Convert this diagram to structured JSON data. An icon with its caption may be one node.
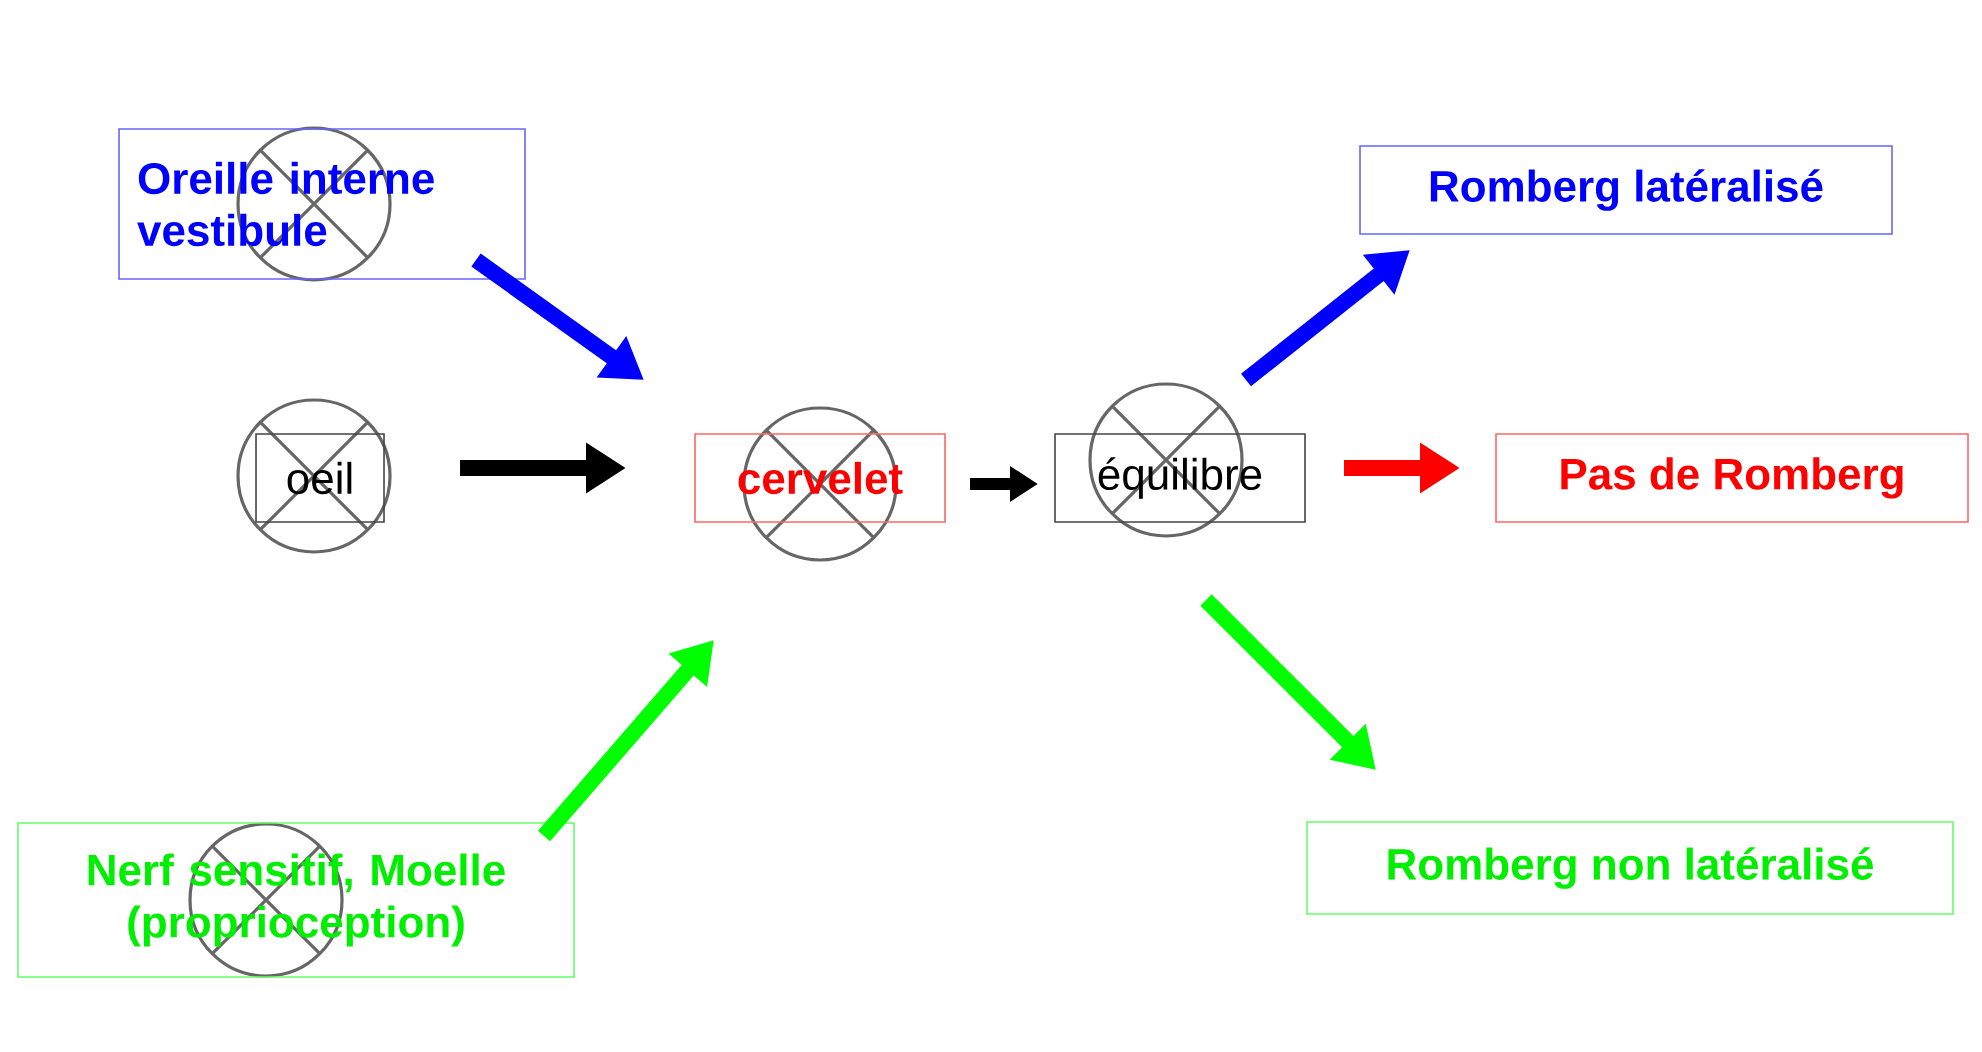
{
  "diagram": {
    "nodes": [
      {
        "text": [
          "Oreille interne vestibule"
        ]
      },
      {
        "text": [
          "oeil"
        ]
      },
      {
        "text": [
          "cervelet"
        ]
      },
      {
        "text": [
          "équilibre"
        ]
      },
      {
        "text": [
          "Nerf sensitif, Moelle (proprioception)"
        ]
      },
      {
        "text": [
          "Romberg latéralisé"
        ]
      },
      {
        "text": [
          "Pas de Romberg"
        ]
      },
      {
        "text": [
          "Romberg non latéralisé"
        ]
      }
    ],
    "edges": [
      {
        "from": 0,
        "to": 2,
        "arrow": "to",
        "color": "#0000ff"
      },
      {
        "from": 1,
        "to": 2,
        "arrow": "to",
        "color": "#000000"
      },
      {
        "from": 4,
        "to": 2,
        "arrow": "to",
        "color": "#00ff00"
      },
      {
        "from": 2,
        "to": 3,
        "arrow": "to",
        "color": "#000000"
      },
      {
        "from": 3,
        "to": 5,
        "arrow": "to",
        "color": "#0000ff"
      },
      {
        "from": 3,
        "to": 6,
        "arrow": "to",
        "color": "#ff0000"
      },
      {
        "from": 3,
        "to": 7,
        "arrow": "to",
        "color": "#00ff00"
      }
    ]
  }
}
